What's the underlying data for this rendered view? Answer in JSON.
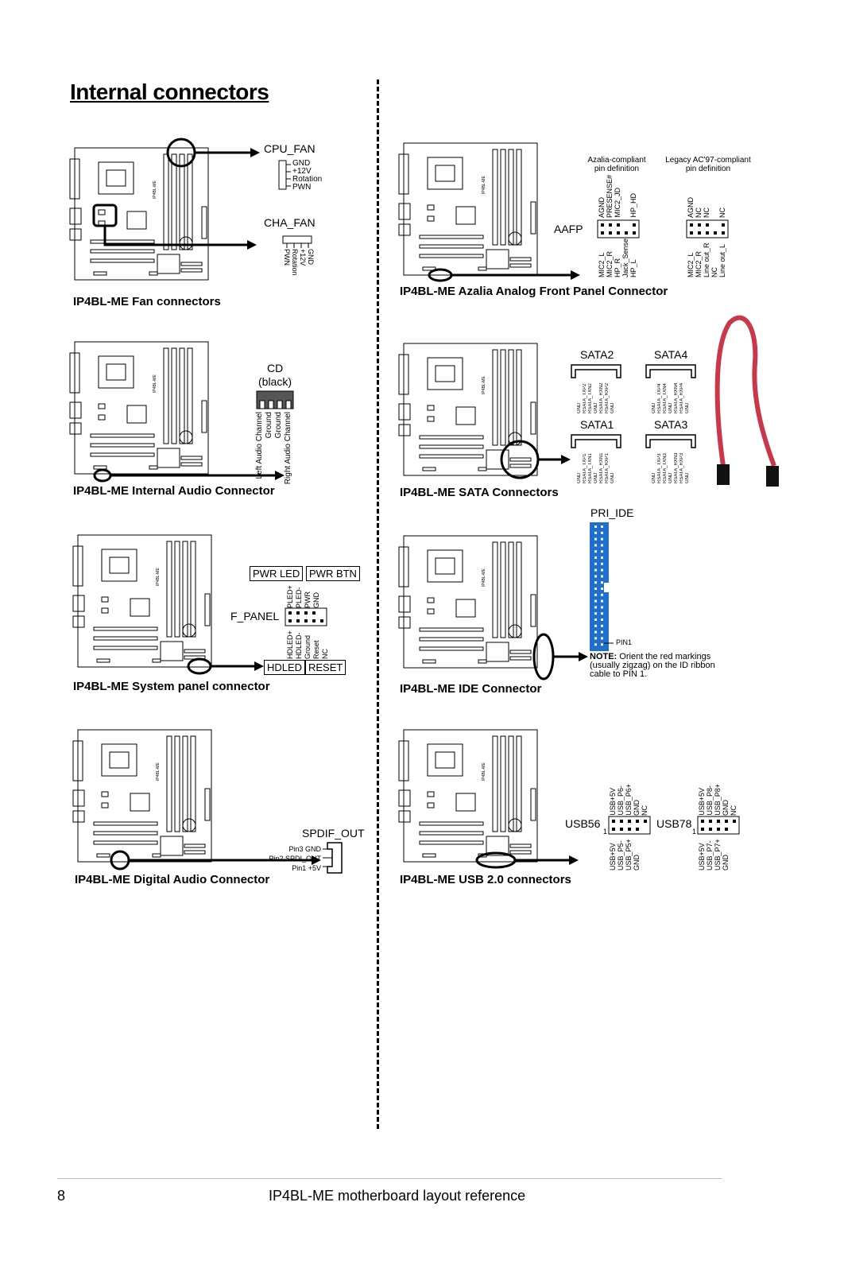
{
  "page_title": "Internal connectors",
  "board_silk": "IP4BL-ME",
  "sections": {
    "fan": {
      "caption": "IP4BL-ME Fan connectors",
      "cpu_fan_title": "CPU_FAN",
      "cpu_fan_pins": [
        "GND",
        "+12V",
        "Rotation",
        "PWN"
      ],
      "cha_fan_title": "CHA_FAN",
      "cha_fan_pins": [
        "GND",
        "+12V",
        "Rotation",
        "PWN"
      ]
    },
    "aafp": {
      "caption": "IP4BL-ME Azalia Analog Front Panel Connector",
      "header": "AAFP",
      "azalia_title": "Azalia-compliant pin definition",
      "azalia_top": [
        "AGND",
        "PRESENSE#",
        "MIC2_JD",
        "",
        "HP_HD"
      ],
      "azalia_bottom": [
        "MIC2_L",
        "MIC2_R",
        "HP_R",
        "Jack_Sense",
        "HP_L"
      ],
      "legacy_title": "Legacy AC'97-compliant pin definition",
      "legacy_top": [
        "AGND",
        "NC",
        "NC",
        "",
        "NC"
      ],
      "legacy_bottom": [
        "MIC2_L",
        "MIC2_R",
        "Line out_R",
        "NC",
        "Line out_L"
      ]
    },
    "cd": {
      "caption": "IP4BL-ME Internal Audio Connector",
      "title_line1": "CD",
      "title_line2": "(black)",
      "pins": [
        "Left Audio Channel",
        "Ground",
        "Ground",
        "Right Audio Channel"
      ]
    },
    "sata": {
      "caption": "IP4BL-ME SATA Connectors",
      "sata2": "SATA2",
      "sata4": "SATA4",
      "sata1": "SATA1",
      "sata3": "SATA3",
      "sata2_pins": [
        "GND",
        "RSATA_TXP2",
        "RSATA_TXN2",
        "GND",
        "RSATA_RXN2",
        "RSATA_RXP2",
        "GND"
      ],
      "sata4_pins": [
        "GND",
        "RSATA_TXP4",
        "RSATA_TXN4",
        "GND",
        "RSATA_RXN4",
        "RSATA_RXP4",
        "GND"
      ],
      "sata1_pins": [
        "GND",
        "RSATA_TXP1",
        "RSATA_TXN1",
        "GND",
        "RSATA_RXN1",
        "RSATA_RXP1",
        "GND"
      ],
      "sata3_pins": [
        "GND",
        "RSATA_TXP3",
        "RSATA_TXN3",
        "GND",
        "RSATA_RXN3",
        "RSATA_RXP3",
        "GND"
      ]
    },
    "fpanel": {
      "caption": "IP4BL-ME System panel connector",
      "header": "F_PANEL",
      "pwr_led": "PWR LED",
      "pwr_btn": "PWR BTN",
      "hdled": "HDLED",
      "reset": "RESET",
      "top_pins": [
        "PLED+",
        "PLED-",
        "PWR",
        "GND"
      ],
      "bottom_pins": [
        "HDLED+",
        "HDLED-",
        "Ground",
        "Reset",
        "NC"
      ]
    },
    "ide": {
      "caption": "IP4BL-ME IDE Connector",
      "title": "PRI_IDE",
      "pin1": "PIN1",
      "note_bold": "NOTE:",
      "note_text": "Orient the red markings (usually zigzag) on the ID ribbon cable to PIN 1.",
      "color": "#1f6fd1"
    },
    "spdif": {
      "caption": "IP4BL-ME Digital Audio Connector",
      "title": "SPDIF_OUT",
      "pins": [
        "Pin3 GND",
        "Pin2 SPDI_OUT",
        "Pin1 +5V"
      ]
    },
    "usb": {
      "caption": "IP4BL-ME USB 2.0 connectors",
      "usb56": "USB56",
      "usb78": "USB78",
      "pin_one": "1",
      "usb56_top": [
        "USB+5V",
        "USB_P6-",
        "USB_P6+",
        "GND",
        "NC"
      ],
      "usb56_bottom": [
        "USB+5V",
        "USB_P5-",
        "USB_P5+",
        "GND"
      ],
      "usb78_top": [
        "USB+5V",
        "USB_P8-",
        "USB_P8+",
        "GND",
        "NC"
      ],
      "usb78_bottom": [
        "USB+5V",
        "USB_P7-",
        "USB_P7+",
        "GND"
      ]
    }
  },
  "cable_color": "#c8374a",
  "footer": {
    "page_number": "8",
    "text": "IP4BL-ME motherboard layout reference"
  }
}
